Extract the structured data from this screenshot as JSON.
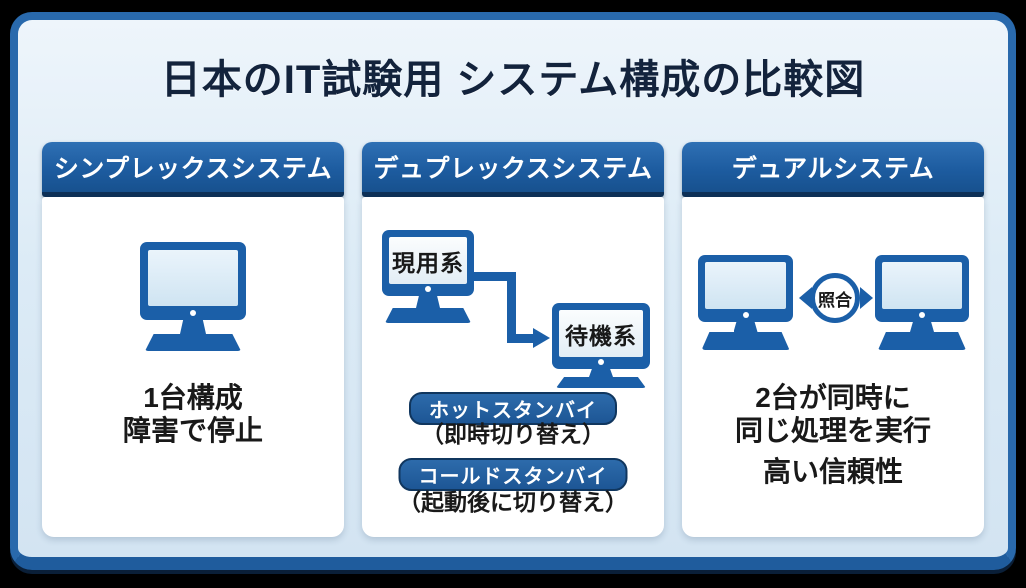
{
  "title": "日本のIT試験用 システム構成の比較図",
  "colors": {
    "outer_background": "#000000",
    "frame_border_blue": "#2969ac",
    "canvas_light_blue": "#dcebf6",
    "header_blue": "#1d5ca0",
    "monitor_blue": "#1b5fa8",
    "pill_blue": "#1d5695",
    "title_navy": "#13233c",
    "body_text": "#191919"
  },
  "panels": [
    {
      "id": "simplex",
      "header": "シンプレックスシステム",
      "icons": [
        "computer-monitor"
      ],
      "caption_lines": [
        "1台構成",
        "障害で停止"
      ]
    },
    {
      "id": "duplex",
      "header": "デュプレックスシステム",
      "active_label": "現用系",
      "standby_label": "待機系",
      "arrow": "active-to-standby",
      "standby_modes": [
        {
          "name": "ホットスタンバイ",
          "description": "（即時切り替え）"
        },
        {
          "name": "コールドスタンバイ",
          "description": "（起動後に切り替え）"
        }
      ]
    },
    {
      "id": "dual",
      "header": "デュアルシステム",
      "link_label": "照合",
      "caption_lines": [
        "2台が同時に",
        "同じ処理を実行"
      ],
      "highlight": "高い信頼性"
    }
  ]
}
